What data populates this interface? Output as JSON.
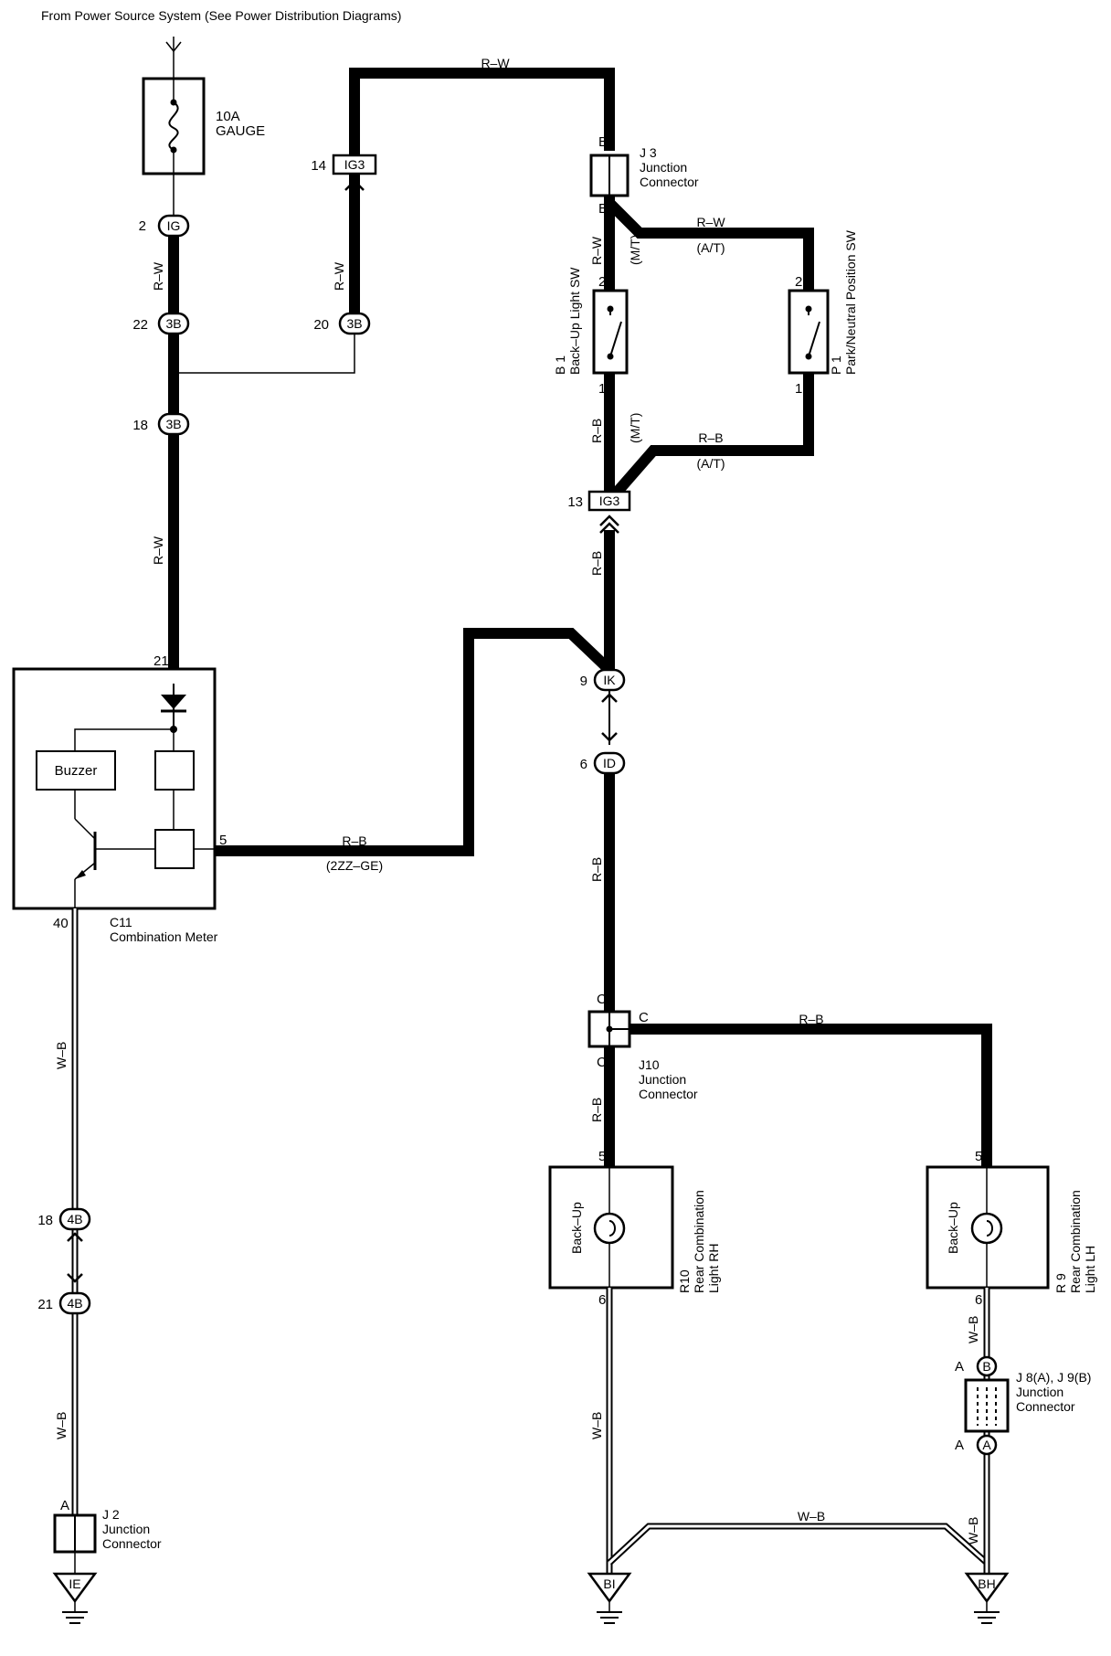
{
  "header": "From Power Source System (See Power Distribution Diagrams)",
  "fuse": {
    "rating": "10A",
    "name": "GAUGE"
  },
  "wire_colors": {
    "rw": "R–W",
    "rb": "R–B",
    "wb": "W–B"
  },
  "variants": {
    "mt": "(M/T)",
    "at": "(A/T)",
    "engine": "(2ZZ–GE)"
  },
  "connectors": {
    "ig": "IG",
    "ig3": "IG3",
    "c3b": "3B",
    "ik": "IK",
    "id": "ID",
    "c4b": "4B",
    "pin_a": "A",
    "pin_b": "B"
  },
  "pins": {
    "p2": "2",
    "p22": "22",
    "p18": "18",
    "p14": "14",
    "p20": "20",
    "p21": "21",
    "p5": "5",
    "p40": "40",
    "p13": "13",
    "p9": "9",
    "p6": "6",
    "p1": "1",
    "pB": "B",
    "pC": "C",
    "pA": "A"
  },
  "components": {
    "j3": {
      "code": "J 3",
      "line1": "Junction",
      "line2": "Connector"
    },
    "j10": {
      "code": "J10",
      "line1": "Junction",
      "line2": "Connector"
    },
    "j2": {
      "code": "J 2",
      "line1": "Junction",
      "line2": "Connector"
    },
    "j89": {
      "code": "J 8(A), J 9(B)",
      "line1": "Junction",
      "line2": "Connector"
    },
    "b1": {
      "code": "B 1",
      "name": "Back–Up Light SW"
    },
    "p1": {
      "code": "P 1",
      "name": "Park/Neutral Position SW"
    },
    "c11": {
      "code": "C11",
      "name": "Combination Meter",
      "buzzer": "Buzzer"
    },
    "r10": {
      "code": "R10",
      "line1": "Rear Combination",
      "line2": "Light RH",
      "lamp": "Back–Up"
    },
    "r9": {
      "code": "R 9",
      "line1": "Rear Combination",
      "line2": "Light LH",
      "lamp": "Back–Up"
    }
  },
  "grounds": {
    "ie": "IE",
    "bi": "BI",
    "bh": "BH"
  }
}
